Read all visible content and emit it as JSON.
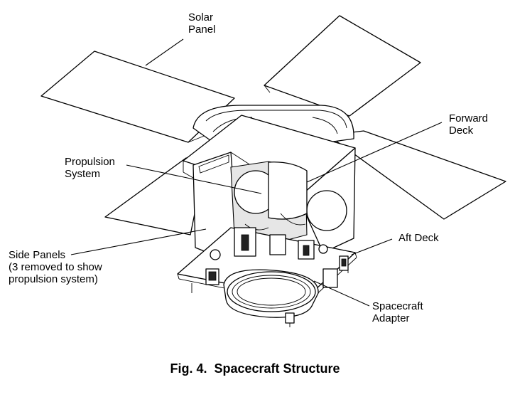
{
  "figure": {
    "caption": "Fig. 4.  Spacecraft Structure",
    "labels": {
      "solar_panel": [
        "Solar",
        "Panel"
      ],
      "forward_deck": [
        "Forward",
        "Deck"
      ],
      "propulsion_system": [
        "Propulsion",
        "System"
      ],
      "aft_deck": "Aft Deck",
      "side_panels": [
        "Side Panels",
        "(3 removed to show",
        "propulsion system)"
      ],
      "spacecraft_adapter": [
        "Spacecraft",
        "Adapter"
      ]
    }
  }
}
